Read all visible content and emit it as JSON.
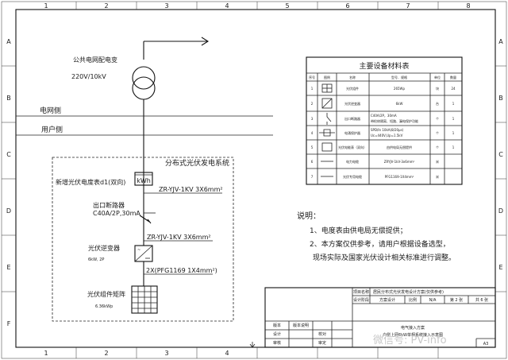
{
  "frame": {
    "col_labels": [
      "1",
      "2",
      "3",
      "4",
      "5",
      "6",
      "7",
      "8"
    ],
    "row_labels": [
      "A",
      "B",
      "C",
      "D",
      "E",
      "F"
    ]
  },
  "diagram": {
    "grid_public_label": "公共电网配电变",
    "grid_voltage": "220V/10kV",
    "grid_side": "电网侧",
    "user_side": "用户侧",
    "system_title": "分布式光伏发电系统",
    "meter_label": "新增光伏电度表d1(双向)",
    "meter_unit": "kWh",
    "cable1": "ZR-YJV-1KV 3X6mm²",
    "breaker_name": "出口断路器",
    "breaker_spec": "C40A/2P,30mA",
    "cable2": "ZR-YJV-1KV 3X6mm²",
    "inverter_name": "光伏逆变器",
    "inverter_spec": "6kW, 2P",
    "cable3": "2X(PFG1169 1X4mm²)",
    "pv_name": "光伏组件矩阵",
    "pv_spec": "6.36kWp"
  },
  "materials": {
    "title": "主要设备材料表",
    "headers": [
      "序号",
      "图例",
      "名称",
      "型号．规格",
      "单位",
      "数量"
    ],
    "rows": [
      {
        "no": "1",
        "name": "光伏组件",
        "spec": "265Wp",
        "unit": "块",
        "qty": "24"
      },
      {
        "no": "2",
        "name": "光伏逆变器",
        "spec": "6kW",
        "unit": "台",
        "qty": "1"
      },
      {
        "no": "3",
        "name": "出口断路器",
        "spec": "C40A/2P，30mA",
        "spec2": "带检修隔离、短路、漏电保护功能",
        "unit": "个",
        "qty": "1"
      },
      {
        "no": "4",
        "name": "电涌保护器",
        "spec": "SPD/In 10kA(8/20μs)",
        "spec2": "Uc=440V,Up=1.5kV",
        "unit": "个",
        "qty": "1"
      },
      {
        "no": "5",
        "name": "光伏电能表（双向）",
        "spec": "由供电局无偿提供",
        "unit": "个",
        "qty": "1"
      },
      {
        "no": "6",
        "name": "电力电缆",
        "spec": "ZRYJV-1kV-3x6mm²",
        "unit": "米",
        "qty": ""
      },
      {
        "no": "7",
        "name": "光伏专用电缆",
        "spec": "PFG1169-1X4mm²",
        "unit": "米",
        "qty": ""
      }
    ]
  },
  "notes": {
    "title": "说明：",
    "line1": "1、电度表由供电局无偿提供；",
    "line2": "2、本方案仅供参考，请用户根据设备选型，",
    "line3": "现场实际及国家光伏设计相关标准进行调整。"
  },
  "title_block": {
    "project_label": "项目名称",
    "project_name": "居民分布式光伏发电设计方案(仅供参考)",
    "stage_label": "设计阶段",
    "stage_value": "方案设计",
    "scale_label": "比例",
    "scale_value": "N/A",
    "sheet_label": "第 2 张",
    "total_label": "共 6 张",
    "version_label": "版本",
    "version_desc_label": "版本说明",
    "designer_label": "设计",
    "reviewer_label": "校对",
    "approver_label": "审核",
    "checker_label": "审定",
    "drawing_title": "电气接入方案",
    "drawing_subtitle": "户侧上网6kW单相系统接入示意图",
    "size": "A3"
  },
  "watermark": "微信号: PV-info"
}
